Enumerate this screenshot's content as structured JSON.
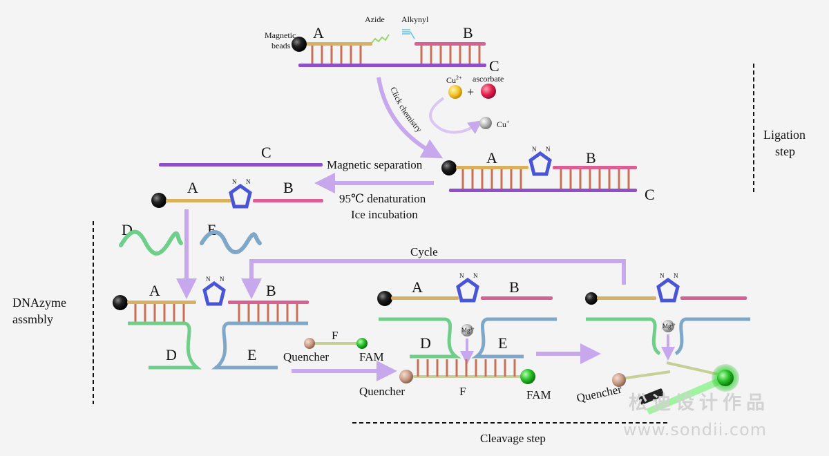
{
  "colors": {
    "strand_A": "#d9b15e",
    "strand_B": "#d95f95",
    "strand_C": "#8e4fc8",
    "strand_D": "#6fcf8a",
    "strand_E": "#7fa8c8",
    "rungs": "#c96f55",
    "triazole": "#4a55d6",
    "arrow": "#c7a8ec",
    "bead": "#1a1a1a",
    "fam": "#2fc52f",
    "quencher": "#c9a08e"
  },
  "ligation": {
    "magnetic_beads": "Magnetic",
    "magnetic_beads2": "beads",
    "azide": "Azide",
    "alkynyl": "Alkynyl",
    "cu2": "Cu",
    "cu2_sup": "2+",
    "ascorbate": "ascorbate",
    "plus": "+",
    "cu1": "Cu",
    "cu1_sup": "+",
    "click": "Click chemistry",
    "step_label_1": "Ligation",
    "step_label_2": "step"
  },
  "labels": {
    "A": "A",
    "B": "B",
    "C": "C",
    "D": "D",
    "E": "E",
    "F": "F",
    "N": "N"
  },
  "separation": {
    "magnetic_separation": "Magnetic separation",
    "denaturation": "95℃  denaturation",
    "ice": "Ice incubation"
  },
  "dnazyme": {
    "title_1": "DNAzyme",
    "title_2": "assmbly",
    "cycle": "Cycle",
    "quencher": "Quencher",
    "fam": "FAM",
    "mg": "Mg",
    "mg_sup": "2+"
  },
  "cleavage": {
    "label": "Cleavage step"
  },
  "watermark": {
    "line1": "松迪设计作品",
    "line2": "www.sondii.com"
  }
}
